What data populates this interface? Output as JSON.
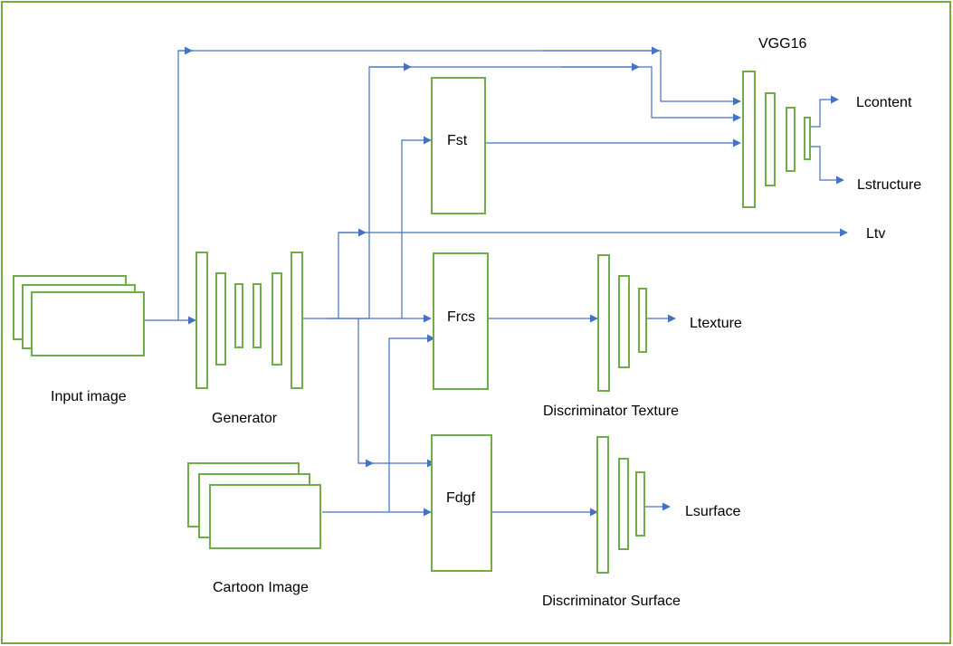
{
  "colors": {
    "box": "#70AD47",
    "line": "#4472C4",
    "text": "#000000"
  },
  "labels": {
    "vgg": "VGG16",
    "fst": "Fst",
    "frcs": "Frcs",
    "fdgf": "Fdgf",
    "input": "Input image",
    "generator": "Generator",
    "cartoon": "Cartoon Image",
    "disc_texture": "Discriminator Texture",
    "disc_surface": "Discriminator Surface",
    "lcontent": "Lcontent",
    "lstructure": "Lstructure",
    "ltv": "Ltv",
    "ltexture": "Ltexture",
    "lsurface": "Lsurface"
  }
}
